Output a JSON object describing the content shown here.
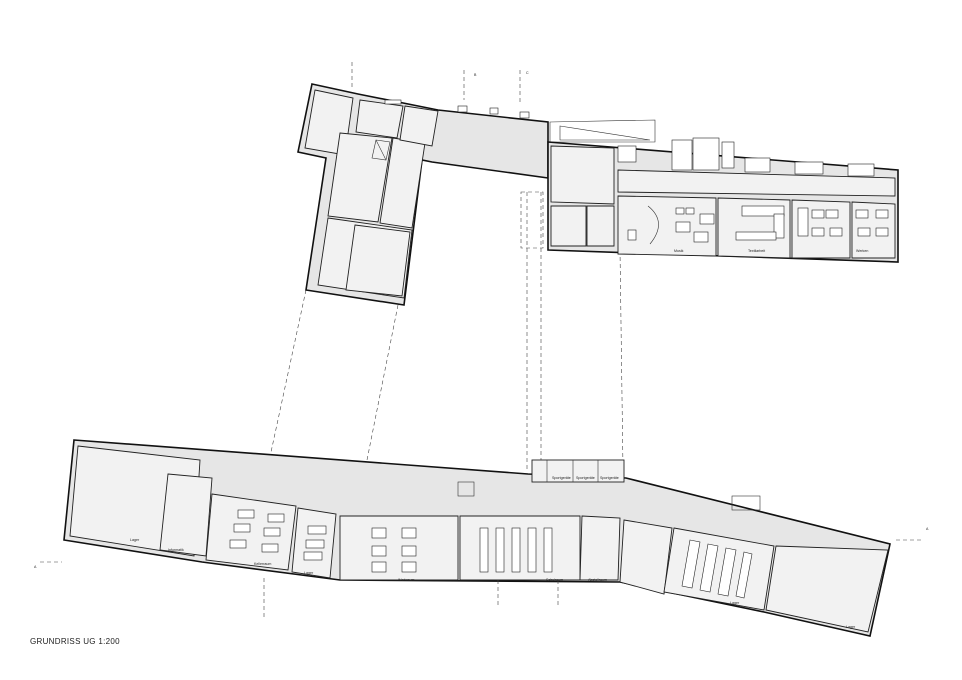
{
  "drawing": {
    "title": "GRUNDRISS UG 1:200",
    "section_markers": [
      "A",
      "A",
      "B",
      "C"
    ]
  },
  "room_labels": {
    "upper": [
      "Musik",
      "Textilarbeit",
      "Werken"
    ],
    "lower": [
      "Informatik",
      "Sportgeräte",
      "Sportgeräte",
      "Sportgeräte",
      "Kellerraum",
      "Lager",
      "Lager",
      "Werkraum",
      "Schulraum",
      "Abstellraum",
      "Lager",
      "Lager"
    ]
  }
}
